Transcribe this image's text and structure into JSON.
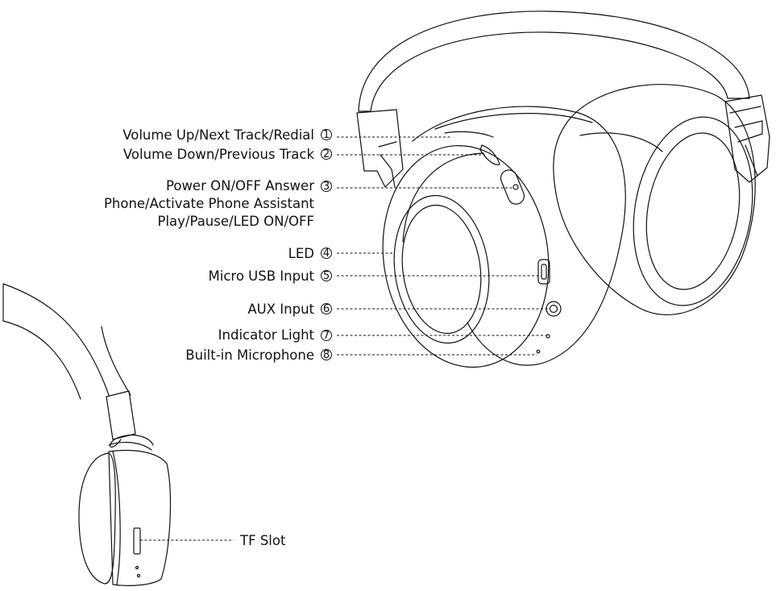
{
  "callouts": [
    {
      "label": "Volume Up/Next Track/Redial",
      "marker": "1"
    },
    {
      "label": "Volume Down/Previous Track",
      "marker": "2"
    },
    {
      "label_lines": [
        "Power ON/OFF Answer",
        "Phone/Activate Phone Assistant",
        "Play/Pause/LED ON/OFF"
      ],
      "marker": "3"
    },
    {
      "label": "LED",
      "marker": "4"
    },
    {
      "label": "Micro USB Input",
      "marker": "5"
    },
    {
      "label": "AUX Input",
      "marker": "6"
    },
    {
      "label": "Indicator Light",
      "marker": "7"
    },
    {
      "label": "Built-in Microphone",
      "marker": "8"
    }
  ],
  "side_view": {
    "label": "TF Slot"
  }
}
